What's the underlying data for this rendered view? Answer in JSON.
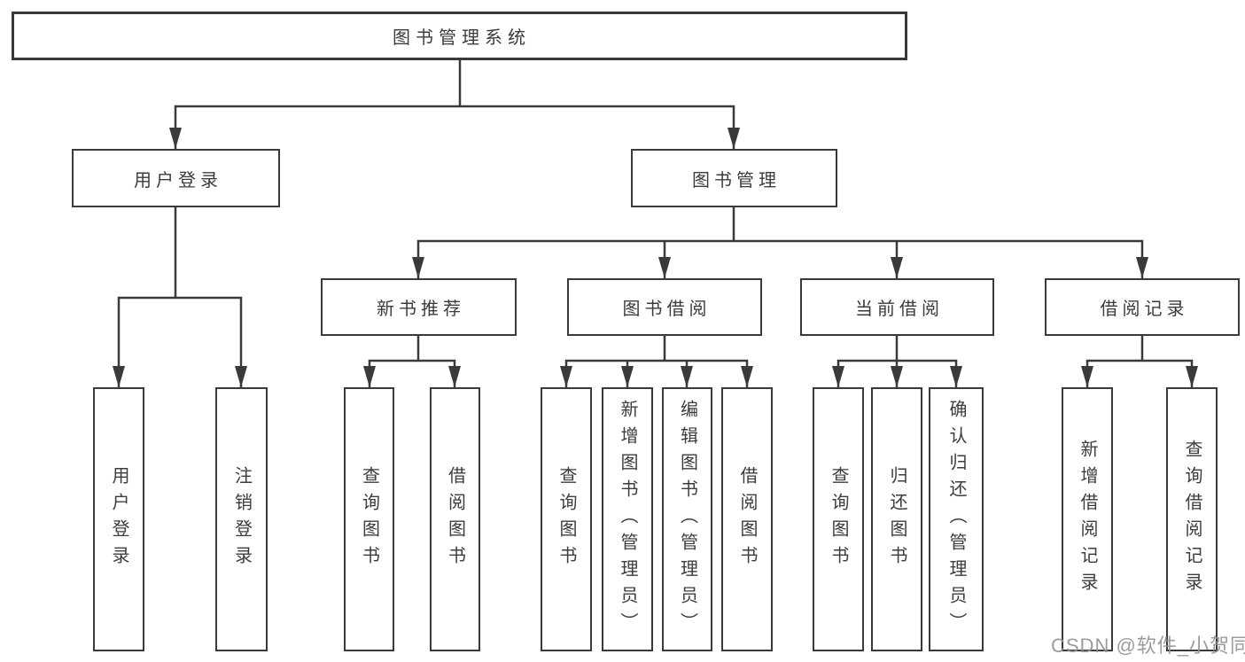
{
  "colors": {
    "background": "#ffffff",
    "line": "#3a3a3a",
    "box_border": "#3a3a3a",
    "text": "#3c3c3c",
    "watermark": "#949494"
  },
  "watermark": {
    "text": "CSDN @软件_小贺同学"
  },
  "diagram": {
    "title": "图书管理系统",
    "nodes": {
      "root": "图书管理系统",
      "user_login": "用户登录",
      "book_mgmt": "图书管理",
      "new_book": "新书推荐",
      "book_borrow": "图书借阅",
      "cur_borrow": "当前借阅",
      "borrow_rec": "借阅记录",
      "ul_login": "用户登录",
      "ul_logout": "注销登录",
      "nb_query": "查询图书",
      "nb_borrow": "借阅图书",
      "bb_query": "查询图书",
      "bb_add": "新增图书（管理员）",
      "bb_edit": "编辑图书（管理员）",
      "bb_borrow": "借阅图书",
      "cb_query": "查询图书",
      "cb_return": "归还图书",
      "cb_confirm": "确认归还（管理员）",
      "br_add": "新增借阅记录",
      "br_query": "查询借阅记录"
    },
    "tree": {
      "label": "图书管理系统",
      "children": [
        {
          "label": "用户登录",
          "children": [
            {
              "label": "用户登录"
            },
            {
              "label": "注销登录"
            }
          ]
        },
        {
          "label": "图书管理",
          "children": [
            {
              "label": "新书推荐",
              "children": [
                {
                  "label": "查询图书"
                },
                {
                  "label": "借阅图书"
                }
              ]
            },
            {
              "label": "图书借阅",
              "children": [
                {
                  "label": "查询图书"
                },
                {
                  "label": "新增图书（管理员）"
                },
                {
                  "label": "编辑图书（管理员）"
                },
                {
                  "label": "借阅图书"
                }
              ]
            },
            {
              "label": "当前借阅",
              "children": [
                {
                  "label": "查询图书"
                },
                {
                  "label": "归还图书"
                },
                {
                  "label": "确认归还（管理员）"
                }
              ]
            },
            {
              "label": "借阅记录",
              "children": [
                {
                  "label": "新增借阅记录"
                },
                {
                  "label": "查询借阅记录"
                }
              ]
            }
          ]
        }
      ]
    }
  }
}
